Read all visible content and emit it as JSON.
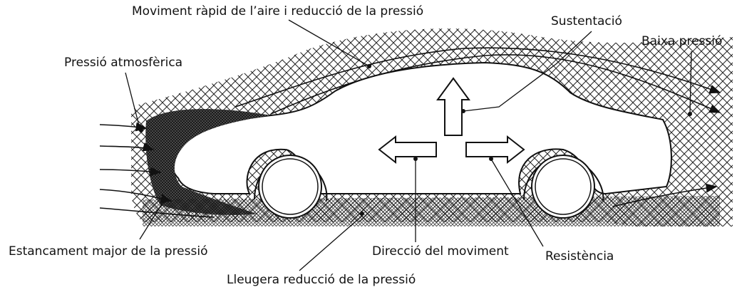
{
  "labels": {
    "rapid_flow": "Moviment ràpid de l’aire i reducció de la pressió",
    "lift": "Sustentació",
    "low_pressure": "Baixa pressió",
    "atmospheric": "Pressió atmosfèrica",
    "stagnation": "Estancament major de la pressió",
    "direction": "Direcció del moviment",
    "resistance": "Resistència",
    "slight_reduction": "Lleugera reducció de la pressió"
  },
  "colors": {
    "ink": "#111111",
    "hatch_dark": "#2a2a2a",
    "background": "#ffffff"
  }
}
